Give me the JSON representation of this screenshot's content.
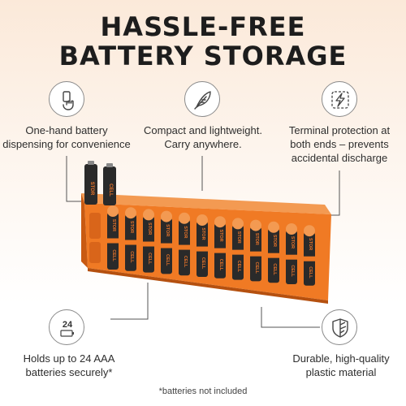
{
  "headline": {
    "line1": "HASSLE-FREE",
    "line2": "BATTERY STORAGE"
  },
  "features": [
    {
      "id": "one-hand",
      "icon": "hand-pointer-icon",
      "lines": [
        "One-hand battery",
        "dispensing for convenience"
      ]
    },
    {
      "id": "lightweight",
      "icon": "feather-icon",
      "lines": [
        "Compact and lightweight.",
        "Carry anywhere."
      ]
    },
    {
      "id": "terminal",
      "icon": "lightning-bolt-icon",
      "lines": [
        "Terminal protection at",
        "both ends – prevents",
        "accidental discharge"
      ]
    },
    {
      "id": "capacity",
      "icon": "battery-count-icon",
      "icon_text": "24",
      "lines": [
        "Holds up to 24 AAA",
        "batteries securely*"
      ]
    },
    {
      "id": "durable",
      "icon": "shield-icon",
      "lines": [
        "Durable, high-quality",
        "plastic material"
      ]
    }
  ],
  "product": {
    "cell_label_top": "STOR",
    "cell_label_bottom": "CELL",
    "colors": {
      "case": "#f07a24",
      "case_dark": "#c85a12",
      "battery": "#2a2a2a",
      "battery_band": "#e8742a"
    }
  },
  "footnote": "*batteries not included"
}
